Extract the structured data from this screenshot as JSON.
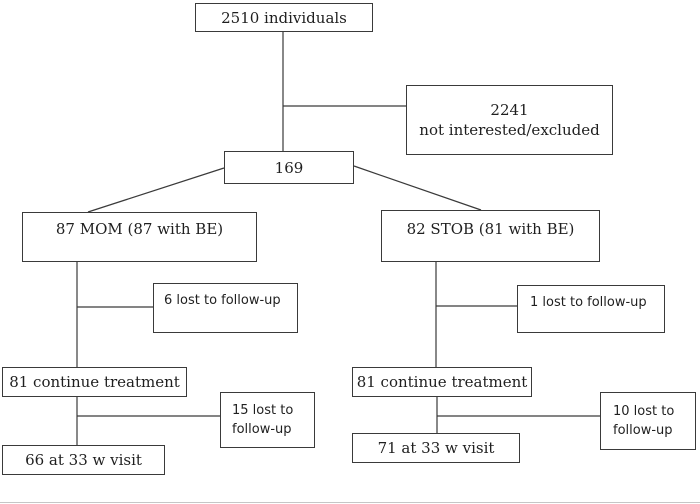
{
  "diagram": {
    "title": "participant-flow-chart",
    "colors": {
      "line": "#3a3a3a",
      "text": "#1f1f1f",
      "background": "#ffffff"
    },
    "boxes": {
      "individuals": {
        "label": "2510 individuals"
      },
      "excluded": {
        "line1": "2241",
        "line2": "not interested/excluded"
      },
      "eligible": {
        "label": "169"
      },
      "mom": {
        "label": "87 MOM (87 with BE)"
      },
      "stob": {
        "label": "82 STOB (81 with BE)"
      },
      "mom_lost1": {
        "label": "6 lost to follow-up"
      },
      "stob_lost1": {
        "label": "1 lost to follow-up"
      },
      "mom_continue": {
        "label": "81 continue treatment"
      },
      "stob_continue": {
        "label": "81 continue treatment"
      },
      "mom_lost2": {
        "line1": "15 lost to",
        "line2": "follow-up"
      },
      "stob_lost2": {
        "line1": "10 lost to",
        "line2": "follow-up"
      },
      "mom_visit": {
        "label": "66 at 33 w visit"
      },
      "stob_visit": {
        "label": "71 at 33 w visit"
      }
    }
  }
}
